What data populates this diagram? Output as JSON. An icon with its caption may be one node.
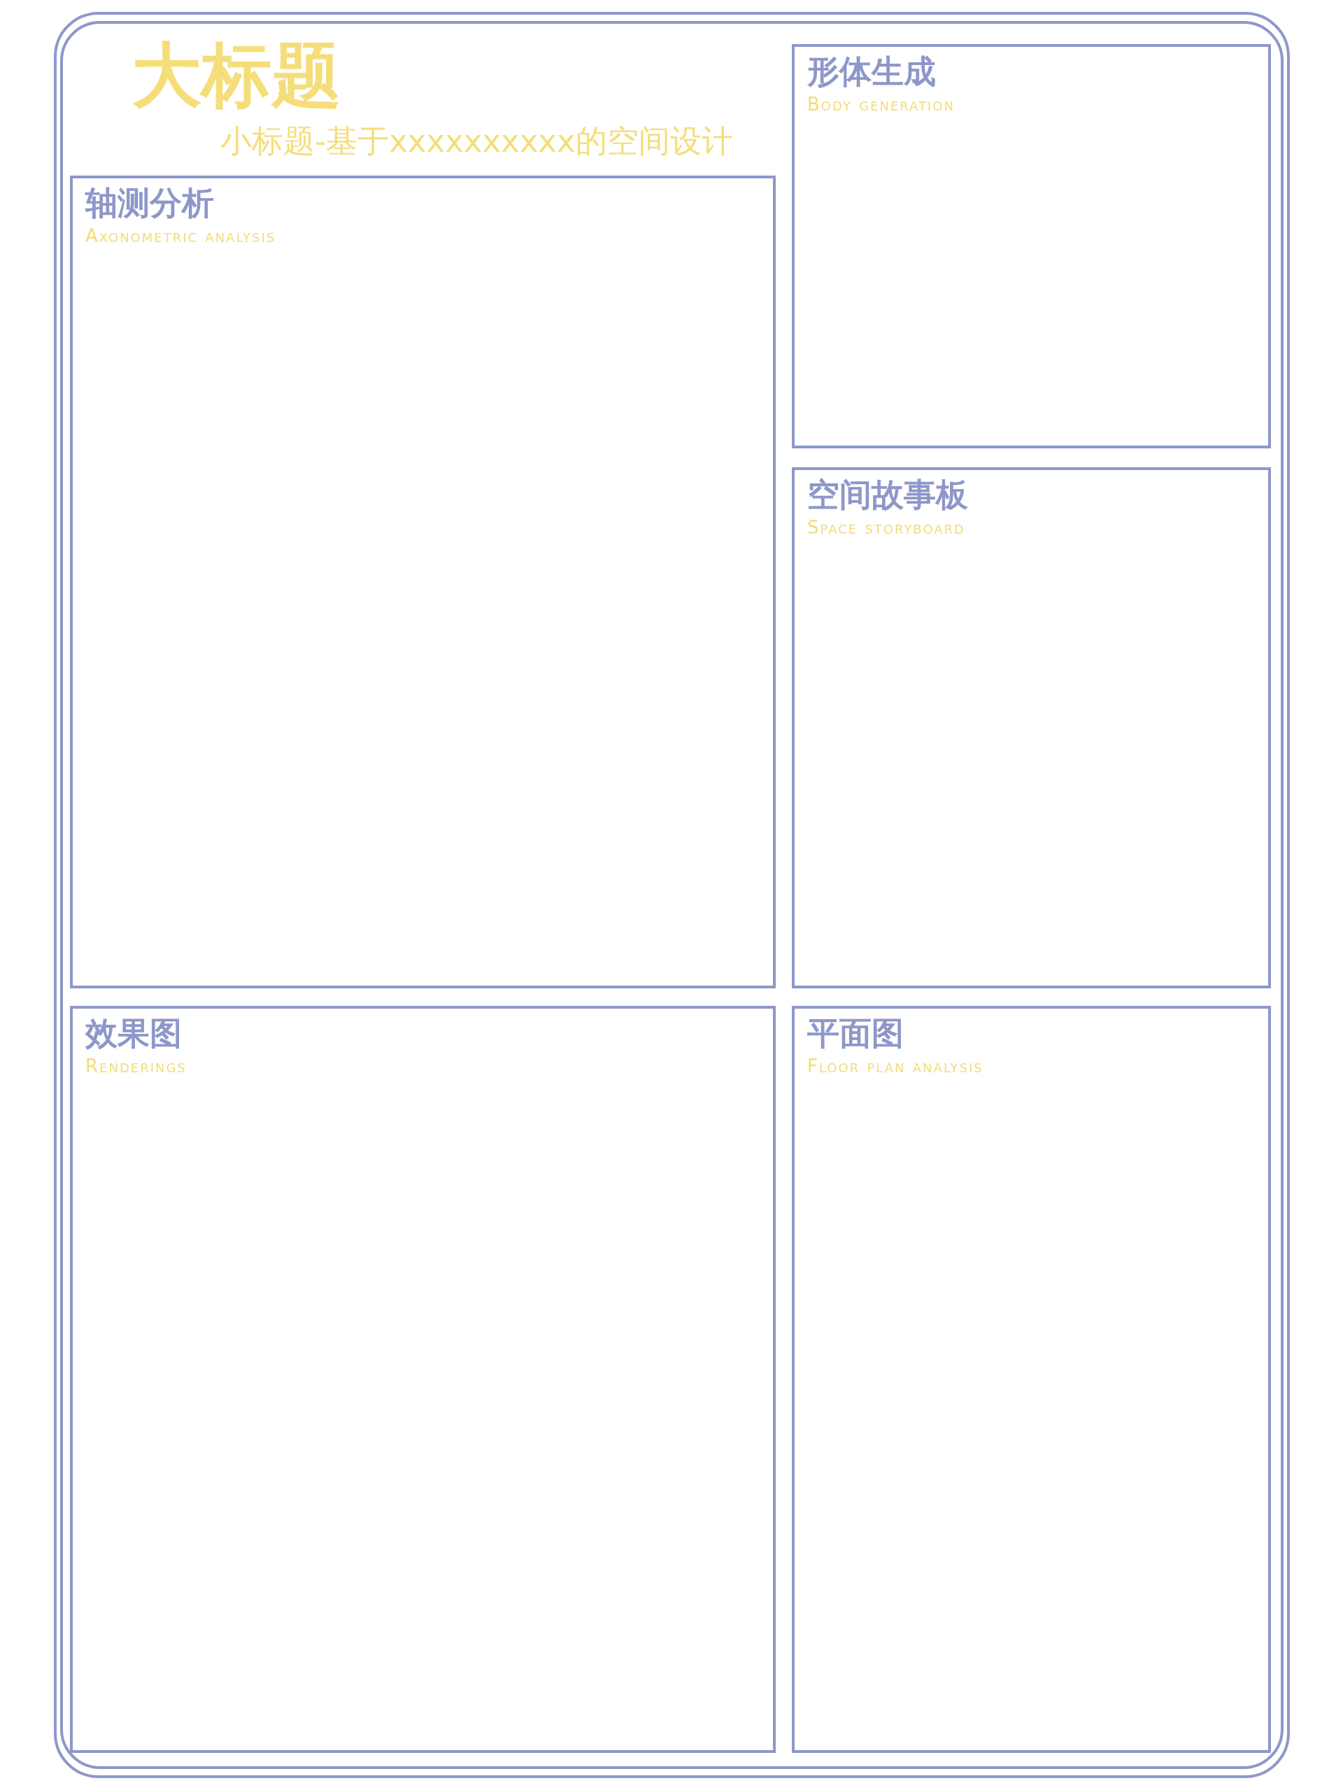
{
  "diagram": {
    "title": "大标题",
    "nodes": [
      {
        "text": [
          "轴测分析",
          "Axonometric analysis"
        ]
      },
      {
        "text": [
          "形体生成",
          "Body generation"
        ]
      },
      {
        "text": [
          "空间故事板",
          "Space storyboard"
        ]
      },
      {
        "text": [
          "效果图",
          "Renderings"
        ]
      },
      {
        "text": [
          "平面图",
          "Floor plan analysis"
        ]
      }
    ],
    "edges": [],
    "labels": [
      "小标题-基于xxxxxxxxxx的空间设计"
    ]
  }
}
